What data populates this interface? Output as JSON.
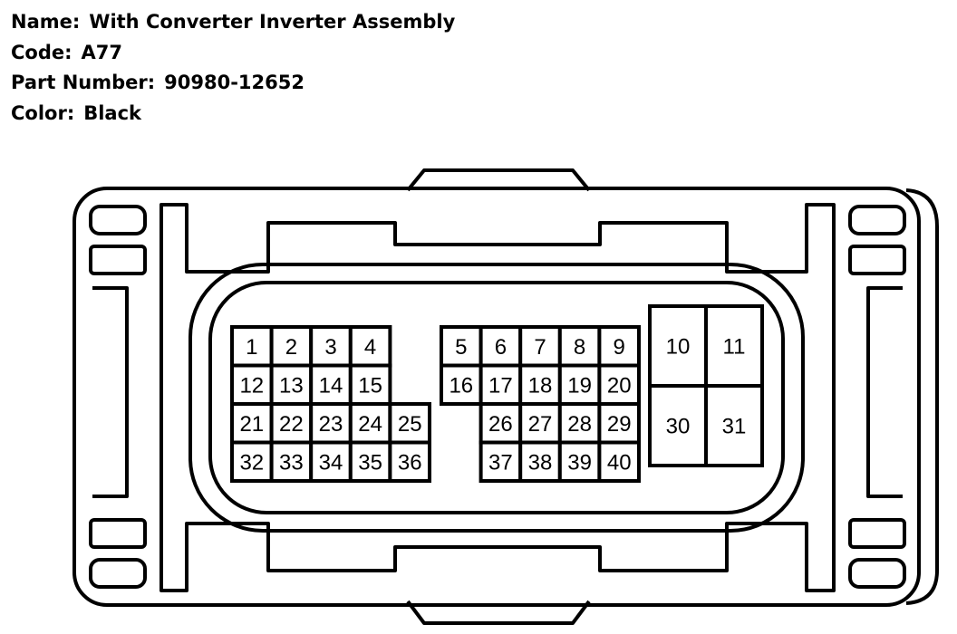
{
  "info": {
    "name_label": "Name:",
    "name_value": "With Converter Inverter Assembly",
    "code_label": "Code:",
    "code_value": "A77",
    "part_label": "Part Number:",
    "part_value": "90980-12652",
    "color_label": "Color:",
    "color_value": "Black"
  },
  "connector": {
    "line_color": "#000000",
    "left_block": {
      "rows": [
        [
          "1",
          "2",
          "3",
          "4"
        ],
        [
          "12",
          "13",
          "14",
          "15"
        ],
        [
          "21",
          "22",
          "23",
          "24",
          "25"
        ],
        [
          "32",
          "33",
          "34",
          "35",
          "36"
        ]
      ]
    },
    "right_block": {
      "rows": [
        [
          "5",
          "6",
          "7",
          "8",
          "9"
        ],
        [
          "16",
          "17",
          "18",
          "19",
          "20"
        ],
        [
          "26",
          "27",
          "28",
          "29"
        ],
        [
          "37",
          "38",
          "39",
          "40"
        ]
      ]
    },
    "large_block": {
      "rows": [
        [
          "10",
          "11"
        ],
        [
          "30",
          "31"
        ]
      ]
    }
  }
}
